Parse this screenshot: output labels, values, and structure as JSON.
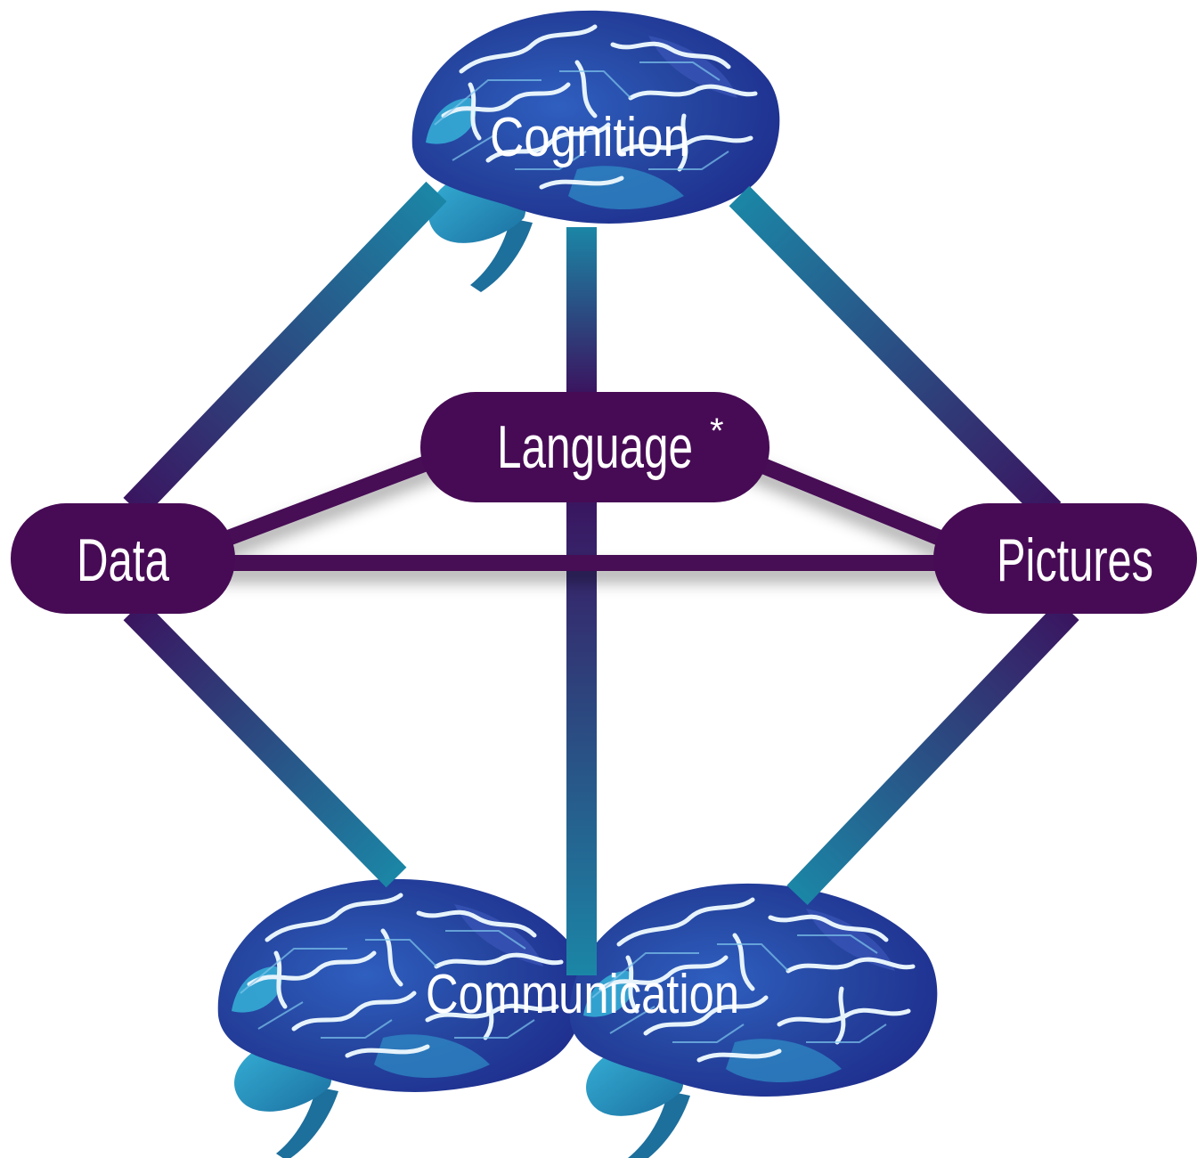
{
  "nodes": {
    "cognition": "Cognition",
    "language": "Language",
    "language_mark": "*",
    "data": "Data",
    "pictures": "Pictures",
    "communication": "Communication"
  },
  "colors": {
    "pill": "#470b55",
    "line_dark": "#3a1560",
    "line_teal": "#1b86a6",
    "brain_dark": "#1f2f8f",
    "brain_mid": "#2f5fc0",
    "brain_light": "#36b2d8",
    "label": "#ffffff"
  }
}
